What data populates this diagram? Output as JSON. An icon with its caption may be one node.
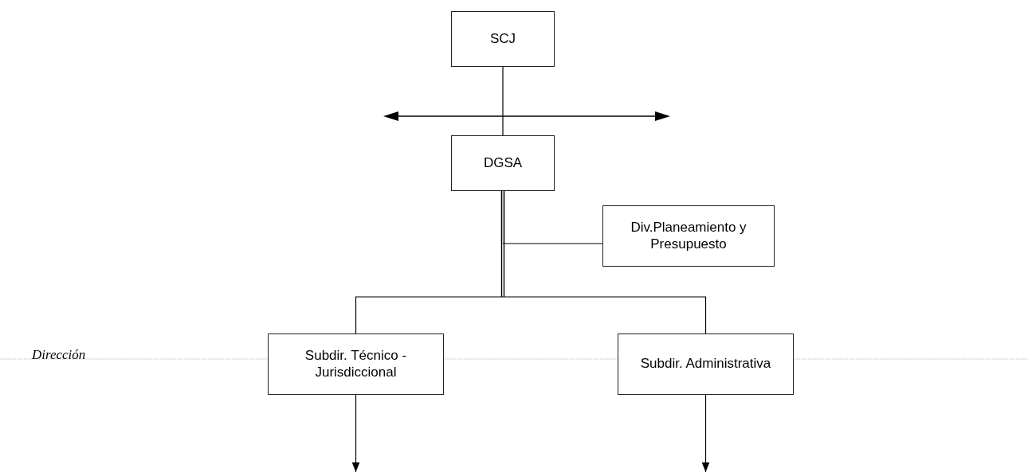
{
  "diagram": {
    "nodes": [
      {
        "text": [
          "SCJ"
        ]
      },
      {
        "text": [
          "DGSA"
        ]
      },
      {
        "text": [
          "Div.Planeamiento y Presupuesto"
        ]
      },
      {
        "text": [
          "Subdir. Técnico -Jurisdiccional"
        ]
      },
      {
        "text": [
          "Subdir. Administrativa"
        ]
      }
    ],
    "edges": [
      {
        "from": 0,
        "to": 1,
        "arrow": "none"
      },
      {
        "from": 1,
        "to": 2,
        "arrow": "none"
      },
      {
        "from": 1,
        "to": 3,
        "arrow": "none"
      },
      {
        "from": 1,
        "to": 4,
        "arrow": "none"
      },
      {
        "from": 3,
        "to": null,
        "arrow": "to"
      },
      {
        "from": 4,
        "to": null,
        "arrow": "to"
      }
    ],
    "labels": [
      "Dirección"
    ]
  }
}
